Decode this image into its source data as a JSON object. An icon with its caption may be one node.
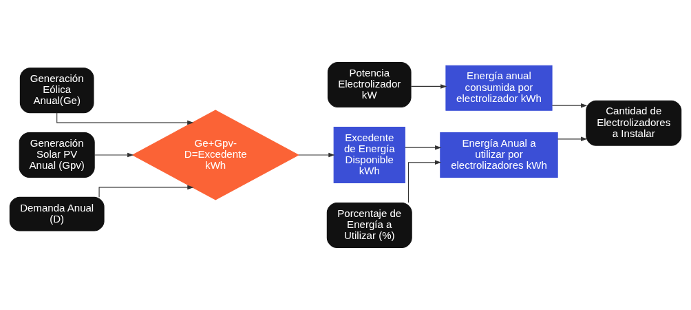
{
  "diagram": {
    "nodes": [
      {
        "text": [
          "Potencia Electrolizador kW"
        ]
      },
      {
        "text": [
          "Energía anual consumida por electrolizador kWh"
        ]
      },
      {
        "text": [
          "Generación Eólica Anual(Ge)"
        ]
      },
      {
        "text": [
          "Generación Solar PV Anual (Gpv)"
        ]
      },
      {
        "text": [
          "Demanda Anual (D)"
        ]
      },
      {
        "text": [
          "Ge+Gpv- D=Excedente kWh"
        ]
      },
      {
        "text": [
          "Excedente de Energía Disponible kWh"
        ]
      },
      {
        "text": [
          "Energía Anual a utilizar por electrolizadores kWh"
        ]
      },
      {
        "text": [
          "Cantidad de Electrolizadores a Instalar"
        ]
      },
      {
        "text": [
          "Porcentaje de Energía a Utilizar (%)"
        ]
      }
    ],
    "edges": [
      {
        "from": 2,
        "to": 5,
        "arrow": "to"
      },
      {
        "from": 3,
        "to": 5,
        "arrow": "to"
      },
      {
        "from": 4,
        "to": 5,
        "arrow": "to"
      },
      {
        "from": 5,
        "to": 6,
        "arrow": "to"
      },
      {
        "from": 6,
        "to": 7,
        "arrow": "to"
      },
      {
        "from": 9,
        "to": 7,
        "arrow": "to"
      },
      {
        "from": 0,
        "to": 1,
        "arrow": "to"
      },
      {
        "from": 1,
        "to": 8,
        "arrow": "to"
      },
      {
        "from": 7,
        "to": 8,
        "arrow": "to"
      }
    ]
  }
}
